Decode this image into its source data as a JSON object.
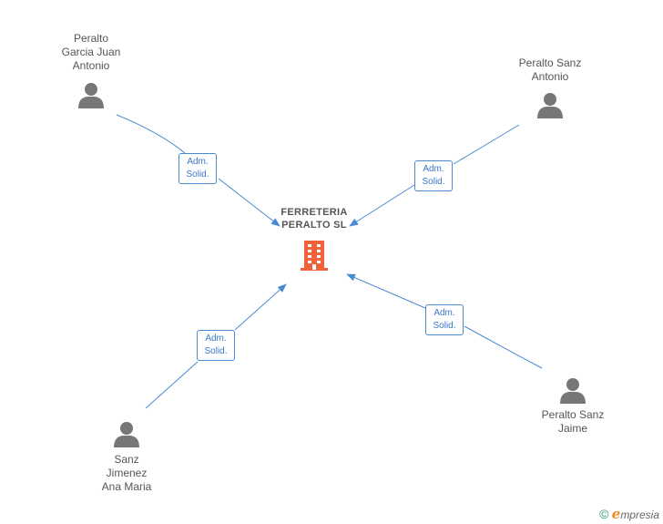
{
  "company": {
    "name_lines": [
      "FERRETERIA",
      "PERALTO SL"
    ],
    "icon": "building-icon",
    "color": "#f0633a"
  },
  "people": [
    {
      "id": "p1",
      "name_lines": [
        "Peralto",
        "Garcia Juan",
        "Antonio"
      ],
      "icon": "person-icon"
    },
    {
      "id": "p2",
      "name_lines": [
        "Peralto Sanz",
        "Antonio"
      ],
      "icon": "person-icon"
    },
    {
      "id": "p3",
      "name_lines": [
        "Sanz",
        "Jimenez",
        "Ana Maria"
      ],
      "icon": "person-icon"
    },
    {
      "id": "p4",
      "name_lines": [
        "Peralto Sanz",
        "Jaime"
      ],
      "icon": "person-icon"
    }
  ],
  "relations": [
    {
      "from": "p1",
      "role_lines": [
        "Adm.",
        "Solid."
      ]
    },
    {
      "from": "p2",
      "role_lines": [
        "Adm.",
        "Solid."
      ]
    },
    {
      "from": "p3",
      "role_lines": [
        "Adm.",
        "Solid."
      ]
    },
    {
      "from": "p4",
      "role_lines": [
        "Adm.",
        "Solid."
      ]
    }
  ],
  "colors": {
    "edge": "#4a8ad4",
    "person": "#777777",
    "text": "#555555"
  },
  "brand": {
    "copyright": "©",
    "e_letter": "e",
    "rest": "mpresia"
  }
}
